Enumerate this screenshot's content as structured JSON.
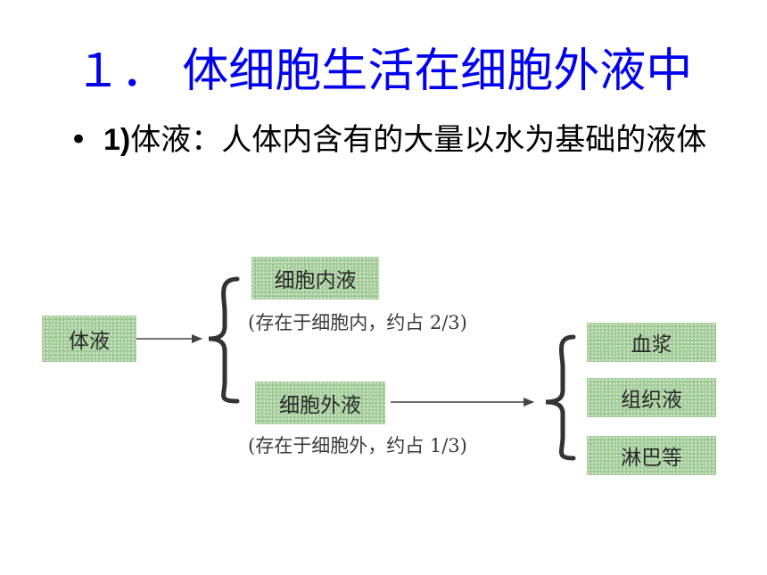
{
  "title": "１． 体细胞生活在细胞外液中",
  "bullet": {
    "marker": "•",
    "number": "1)",
    "text": "体液：人体内含有的大量以水为基础的液体"
  },
  "diagram": {
    "root": "体液",
    "intracellular": {
      "label": "细胞内液",
      "note": "(存在于细胞内，约占 2/3)"
    },
    "extracellular": {
      "label": "细胞外液",
      "note": "(存在于细胞外，约占 1/3)"
    },
    "components": [
      "血浆",
      "组织液",
      "淋巴等"
    ]
  },
  "colors": {
    "title": "#0000ee",
    "box_fill": "#a6cf9c",
    "line": "#444444"
  }
}
